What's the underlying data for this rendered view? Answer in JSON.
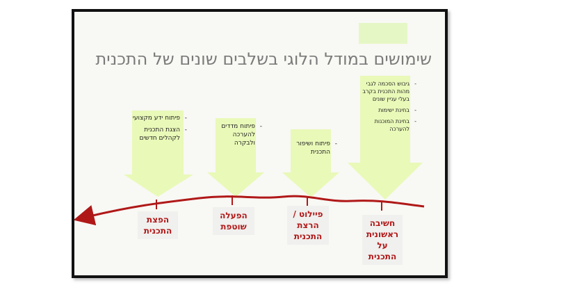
{
  "title": "שימושים במודל הלוגי בשלבים שונים של התכנית",
  "colors": {
    "arrow_fill": "#e9f9b8",
    "timeline": "#b01818",
    "label_text": "#b01818",
    "title_text": "#7a7a7a"
  },
  "stages": [
    {
      "label": "חשיבה ראשונית על התכנית",
      "bullets": [
        "גיבוש הסכמה לגבי מהות התכנית בקרב בעלי עניין שונים",
        "בחינת ישימות",
        "בחינת המוכנות להערכה"
      ]
    },
    {
      "label": "פיילוט / הרצת התכנית",
      "bullets": [
        "פיתוח ושיפור התכנית"
      ]
    },
    {
      "label": "הפעלה שוטפת",
      "bullets": [
        "פיתוח מדדים להערכה ולבקרה"
      ]
    },
    {
      "label": "הפצת התכנית",
      "bullets": [
        "פיתוח ידע מקצועי",
        "הצגת התכנית לקהלים חדשים"
      ]
    }
  ]
}
